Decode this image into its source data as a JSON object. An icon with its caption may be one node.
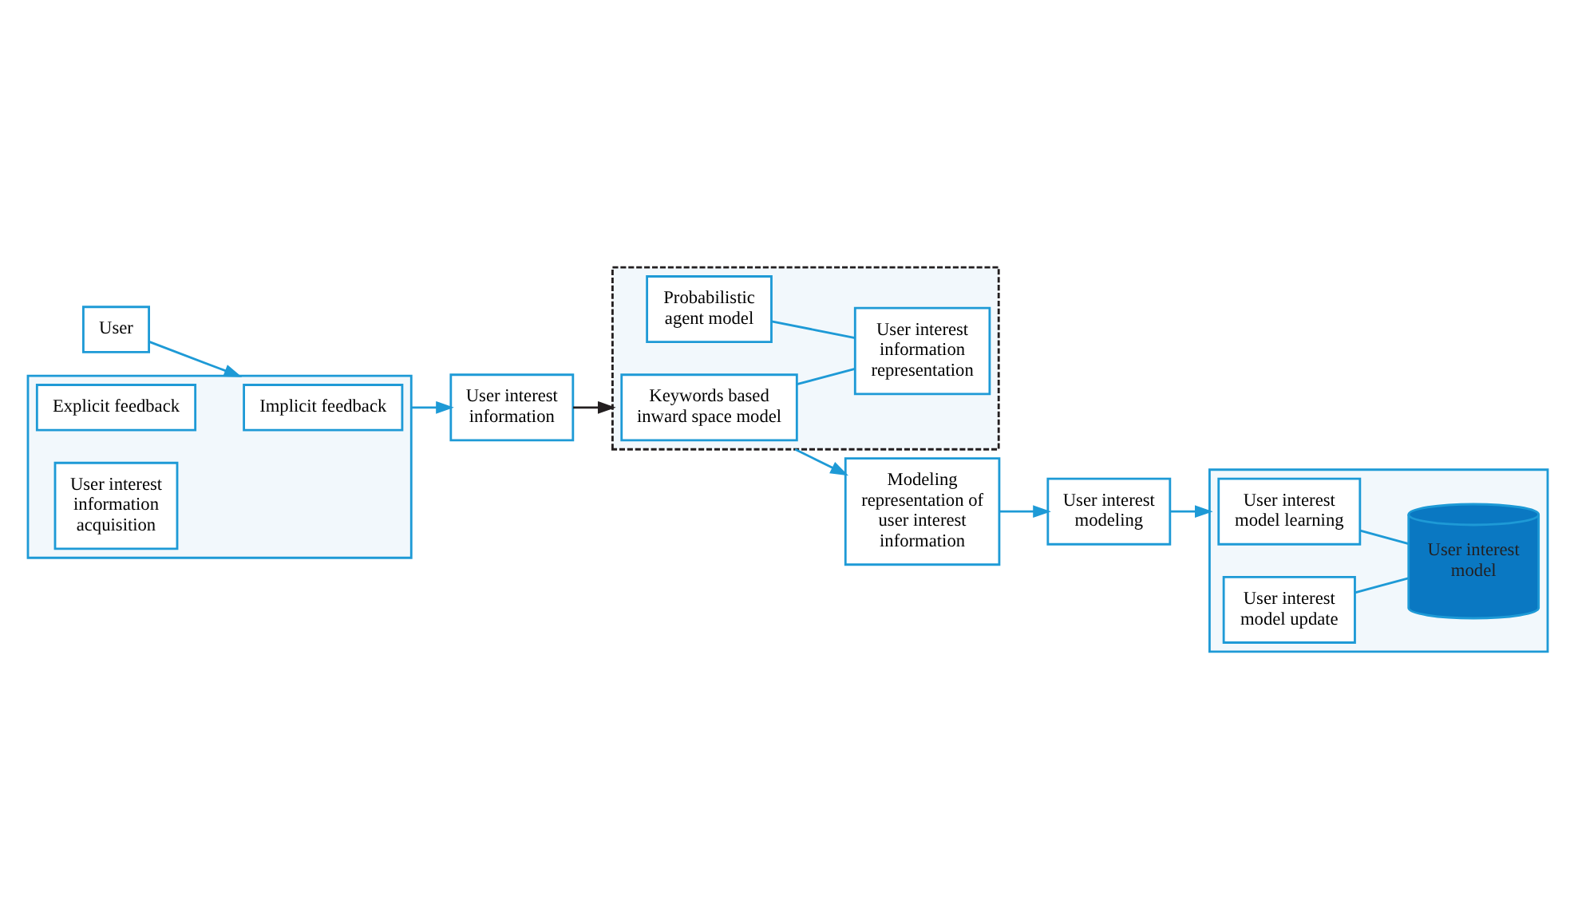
{
  "diagram": {
    "nodes": [
      {
        "text": [
          "User"
        ]
      },
      {
        "text": [],
        "shape": "box"
      },
      {
        "text": [
          "Implicit feedback"
        ],
        "in": 1
      },
      {
        "text": [
          "Explicit feedback"
        ],
        "in": 1
      },
      {
        "text": [
          "User interest information acquisition"
        ],
        "in": 1
      },
      {
        "text": [
          "User interest information"
        ]
      },
      {
        "text": [],
        "shape": "box"
      },
      {
        "text": [
          "Keywords based inward space model"
        ],
        "in": 6
      },
      {
        "text": [
          "Probabilistic agent model"
        ],
        "in": 6
      },
      {
        "text": [
          "User interest information representation"
        ],
        "in": 6
      },
      {
        "text": [
          "Modeling representation of user interest information"
        ]
      },
      {
        "text": [
          "User interest modeling"
        ]
      },
      {
        "text": [],
        "shape": "box"
      },
      {
        "text": [
          "User interest model learning"
        ],
        "in": 12
      },
      {
        "text": [
          "User interest model update"
        ],
        "in": 12
      },
      {
        "text": [
          "User interest model"
        ],
        "in": 12
      }
    ],
    "edges": [
      {
        "from": 0,
        "to": 1,
        "arrow": "to"
      },
      {
        "from": 1,
        "to": 5,
        "arrow": "to"
      },
      {
        "from": 5,
        "to": 6,
        "arrow": "to",
        "color": "#231f20"
      },
      {
        "from": 7,
        "to": 9,
        "arrow": "none"
      },
      {
        "from": 8,
        "to": 9,
        "arrow": "none"
      },
      {
        "from": 6,
        "to": 10,
        "arrow": "to"
      },
      {
        "from": 10,
        "to": 11,
        "arrow": "to"
      },
      {
        "from": 11,
        "to": 12,
        "arrow": "to"
      },
      {
        "from": 13,
        "to": 15,
        "arrow": "none"
      },
      {
        "from": 14,
        "to": 15,
        "arrow": "none"
      }
    ]
  }
}
